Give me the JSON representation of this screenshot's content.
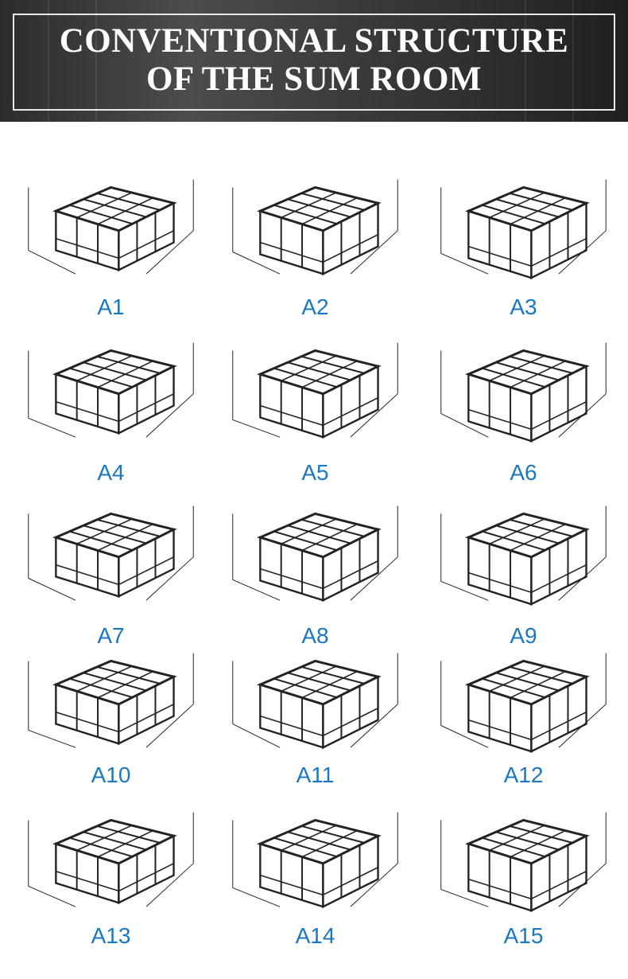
{
  "banner": {
    "title_line1": "CONVENTIONAL STRUCTURE",
    "title_line2": "OF THE SUM ROOM"
  },
  "colors": {
    "label": "#1a78c2",
    "line": "#222222"
  },
  "models": [
    {
      "label": "A1"
    },
    {
      "label": "A2"
    },
    {
      "label": "A3"
    },
    {
      "label": "A4"
    },
    {
      "label": "A5"
    },
    {
      "label": "A6"
    },
    {
      "label": "A7"
    },
    {
      "label": "A8"
    },
    {
      "label": "A9"
    },
    {
      "label": "A10"
    },
    {
      "label": "A11"
    },
    {
      "label": "A12"
    },
    {
      "label": "A13"
    },
    {
      "label": "A14"
    },
    {
      "label": "A15"
    }
  ]
}
